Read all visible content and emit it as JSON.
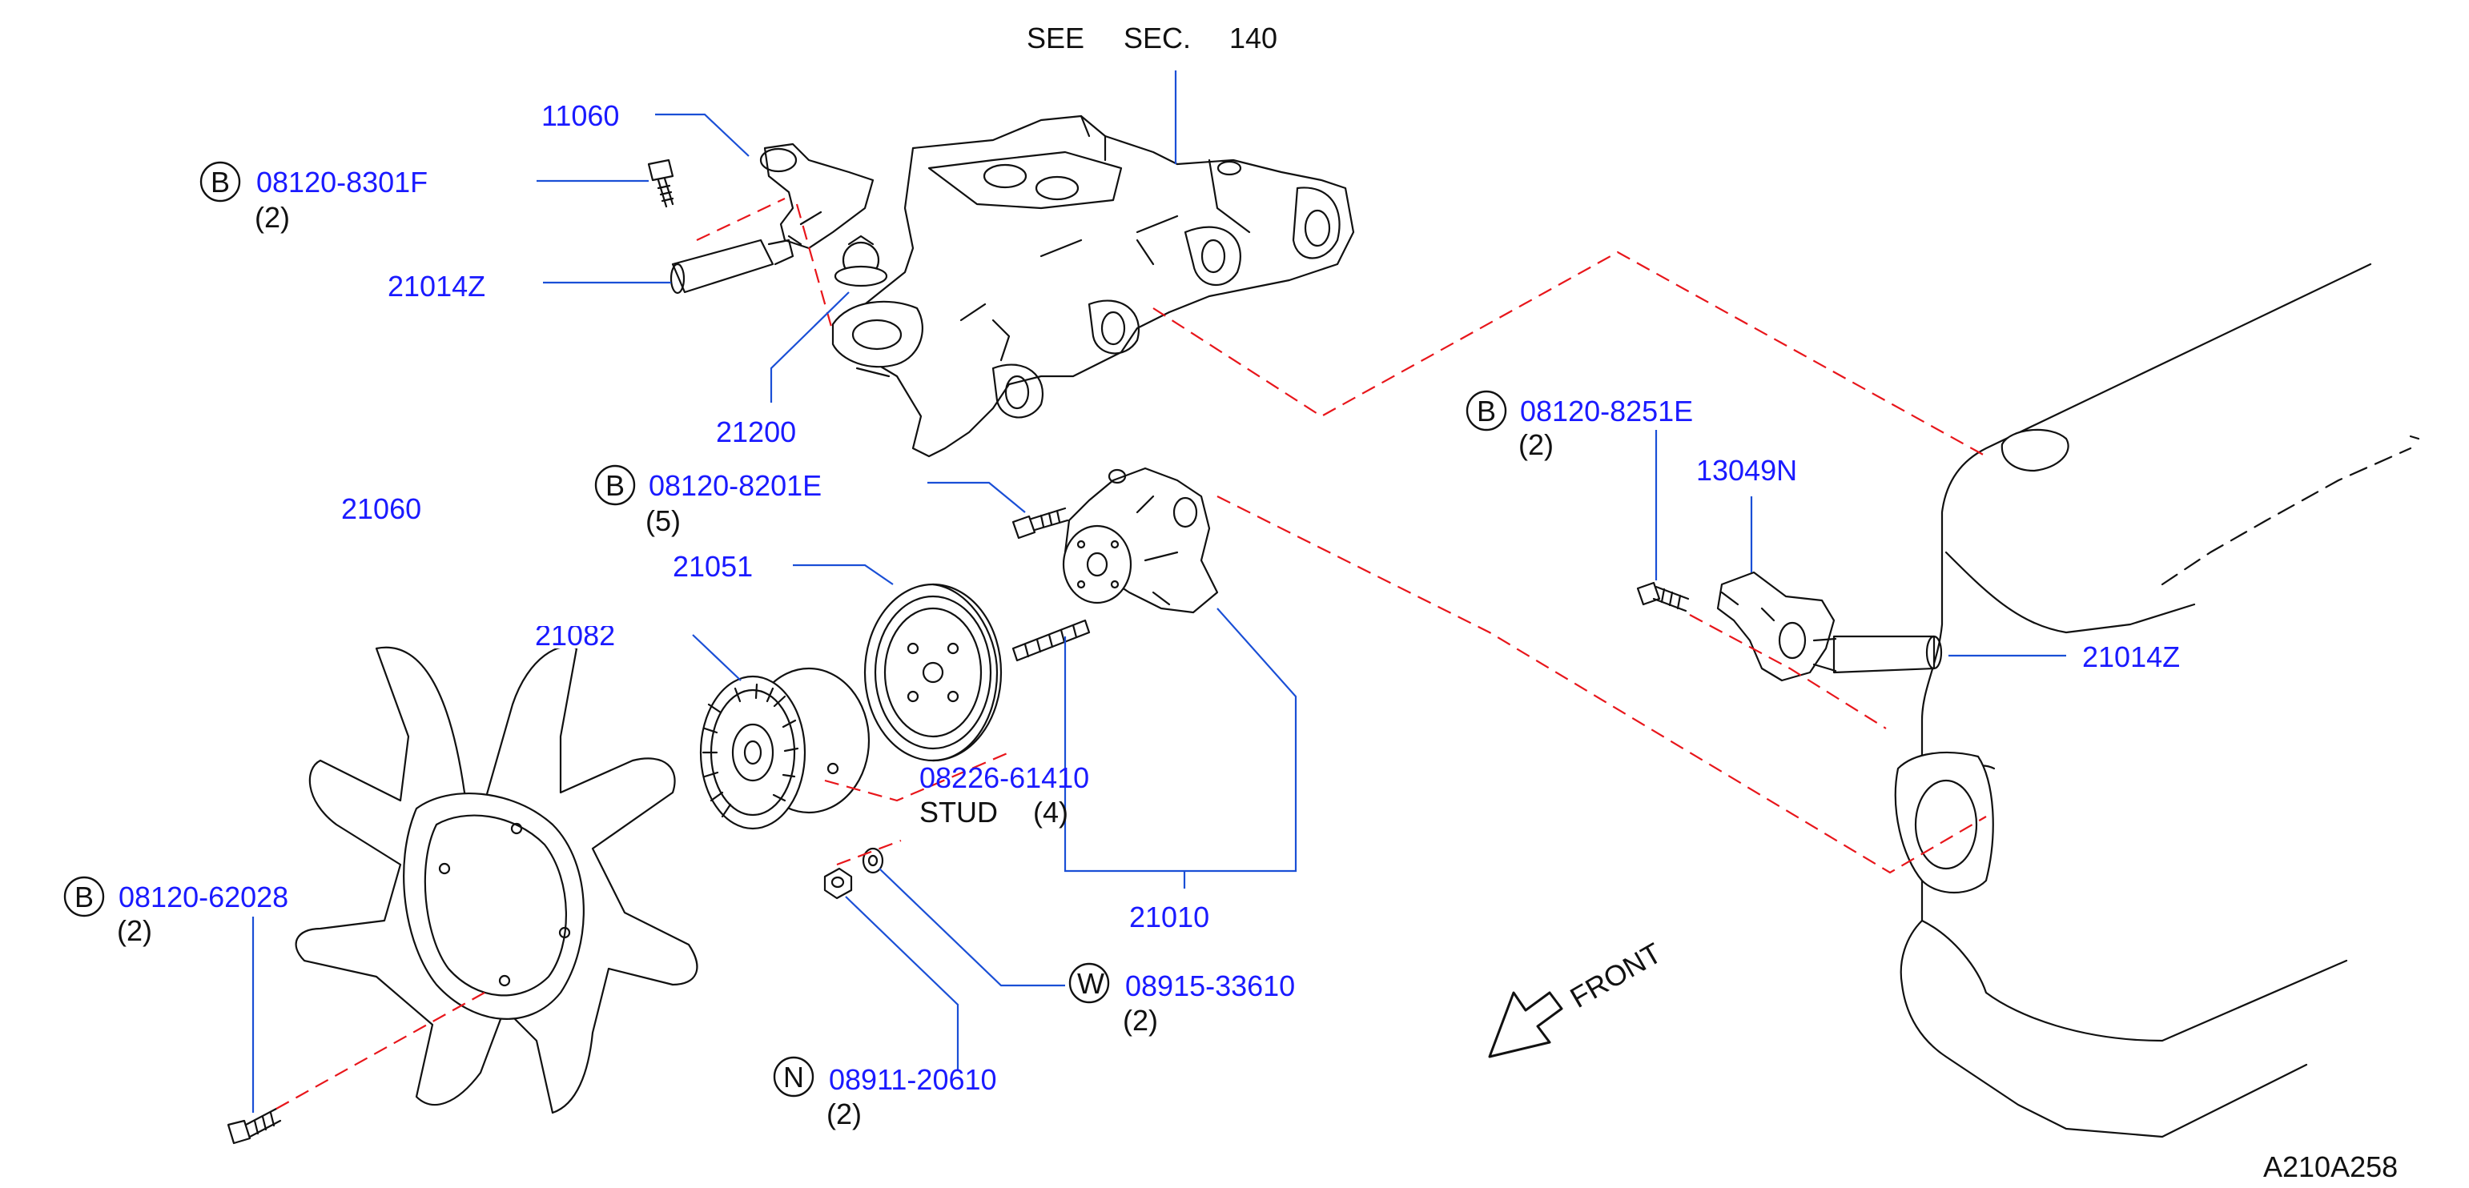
{
  "header": {
    "see": "SEE",
    "sec": "SEC.",
    "num": "140"
  },
  "parts": {
    "p11060": "11060",
    "b_8301f": {
      "letter": "B",
      "num": "08120-8301F",
      "qty": "(2)"
    },
    "p21014z_top": "21014Z",
    "p21200": "21200",
    "p21060": "21060",
    "b_8201e": {
      "letter": "B",
      "num": "08120-8201E",
      "qty": "(5)"
    },
    "p21051": "21051",
    "p21082": "21082",
    "stud": {
      "num": "08226-61410",
      "label": "STUD",
      "qty": "(4)"
    },
    "p21010": "21010",
    "b_62028": {
      "letter": "B",
      "num": "08120-62028",
      "qty": "(2)"
    },
    "w_33610": {
      "letter": "W",
      "num": "08915-33610",
      "qty": "(2)"
    },
    "n_20610": {
      "letter": "N",
      "num": "08911-20610",
      "qty": "(2)"
    },
    "b_8251e": {
      "letter": "B",
      "num": "08120-8251E",
      "qty": "(2)"
    },
    "p13049n": "13049N",
    "p21014z_right": "21014Z"
  },
  "front": "FRONT",
  "figure_id": "A210A258",
  "colors": {
    "part_number": "#1a1aff",
    "leader": "#1a4fd6",
    "phantom": "#e8161b",
    "outline": "#111111"
  }
}
